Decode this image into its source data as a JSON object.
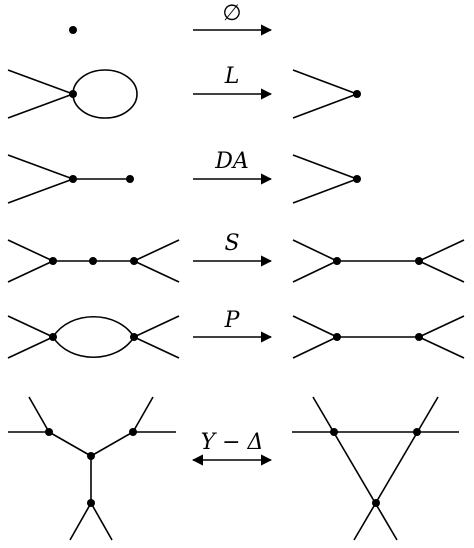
{
  "rules": [
    {
      "label": "∅"
    },
    {
      "label": "L"
    },
    {
      "label": "DA"
    },
    {
      "label": "S"
    },
    {
      "label": "P"
    },
    {
      "label": "Y − Δ"
    }
  ]
}
